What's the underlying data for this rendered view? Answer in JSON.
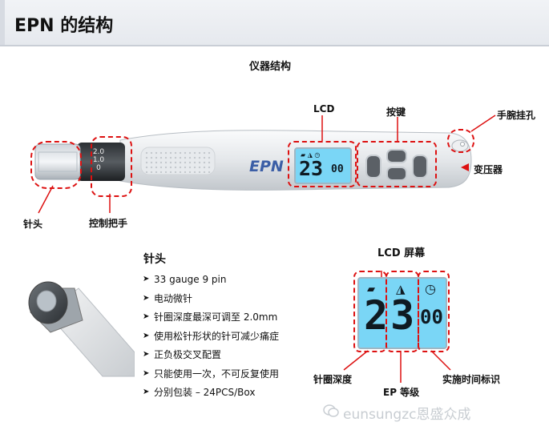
{
  "header": {
    "title": "EPN 的结构"
  },
  "device": {
    "section_title": "仪器结构",
    "labels": {
      "lcd": "LCD",
      "buttons": "按键",
      "wrist_hole": "手腕挂孔",
      "transformer": "变压器",
      "needle": "针头",
      "control_dial": "控制把手"
    },
    "brand": "EPN",
    "lcd_value": "23",
    "lcd_small": "00",
    "dial_numbers": [
      "2.0",
      "1.0",
      "0"
    ]
  },
  "needle": {
    "title": "针头",
    "features": [
      "33 gauge 9 pin",
      "电动微针",
      "针圈深度最深可调至 2.0mm",
      "使用松针形状的针可减少痛症",
      "正负极交叉配置",
      "只能使用一次，不可反复使用",
      "分别包装 – 24PCS/Box"
    ]
  },
  "lcd_detail": {
    "title": "LCD 屏幕",
    "value": "23",
    "small": "00",
    "labels": {
      "depth": "针圈深度",
      "ep_level": "EP 等级",
      "timer": "实施时间标识"
    }
  },
  "watermark": {
    "text": "eunsungzc恩盛众成"
  }
}
